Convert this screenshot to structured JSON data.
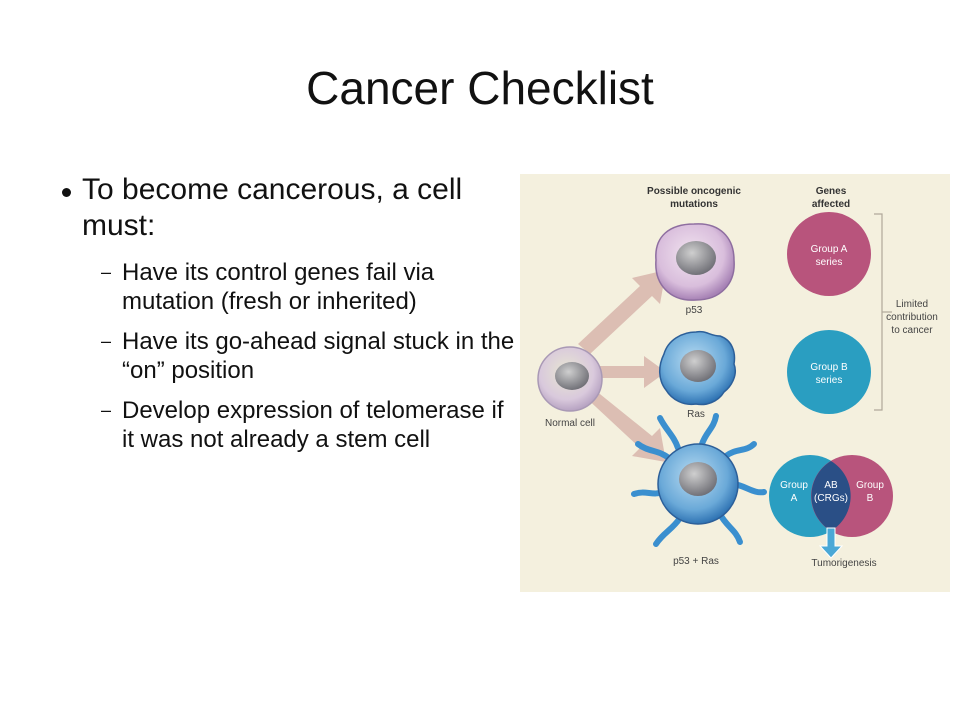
{
  "slide": {
    "title": "Cancer Checklist",
    "bullet": "To become cancerous, a cell must:",
    "sub_bullets": [
      "Have its control genes fail via mutation (fresh or inherited)",
      "Have its go-ahead signal stuck in the “on” position",
      "Develop expression of telomerase if it was not already a stem cell"
    ]
  },
  "figure": {
    "header_mutations": [
      "Possible oncogenic",
      "mutations"
    ],
    "header_genes": [
      "Genes",
      "affected"
    ],
    "normal_cell": "Normal cell",
    "cell_p53": "p53",
    "cell_ras": "Ras",
    "cell_both": "p53 + Ras",
    "group_a": [
      "Group A",
      "series"
    ],
    "group_b": [
      "Group B",
      "series"
    ],
    "limited": [
      "Limited",
      "contribution",
      "to cancer"
    ],
    "venn_left": [
      "Group",
      "A"
    ],
    "venn_mid": [
      "AB",
      "(CRGs)"
    ],
    "venn_right": [
      "Group",
      "B"
    ],
    "tumorigenesis": "Tumorigenesis",
    "colors": {
      "background": "#f4f0de",
      "group_a": "#b8547c",
      "group_b": "#2a9ec1",
      "overlap": "#2a4f86",
      "arrow": "#d7b5ab"
    }
  }
}
